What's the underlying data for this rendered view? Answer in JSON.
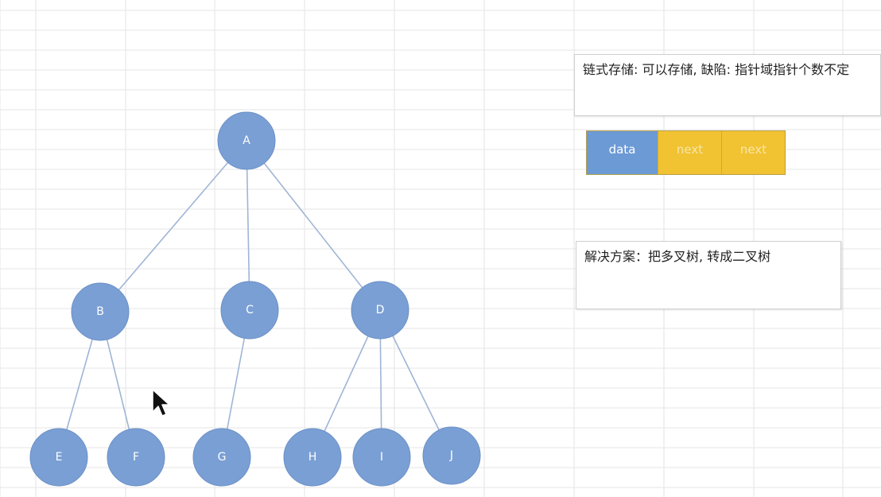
{
  "tree": {
    "nodes": [
      {
        "id": "A",
        "label": "A"
      },
      {
        "id": "B",
        "label": "B"
      },
      {
        "id": "C",
        "label": "C"
      },
      {
        "id": "D",
        "label": "D"
      },
      {
        "id": "E",
        "label": "E"
      },
      {
        "id": "F",
        "label": "F"
      },
      {
        "id": "G",
        "label": "G"
      },
      {
        "id": "H",
        "label": "H"
      },
      {
        "id": "I",
        "label": "I"
      },
      {
        "id": "J",
        "label": "J"
      }
    ],
    "edges": [
      [
        "A",
        "B"
      ],
      [
        "A",
        "C"
      ],
      [
        "A",
        "D"
      ],
      [
        "B",
        "E"
      ],
      [
        "B",
        "F"
      ],
      [
        "C",
        "G"
      ],
      [
        "D",
        "H"
      ],
      [
        "D",
        "I"
      ],
      [
        "D",
        "J"
      ]
    ]
  },
  "notes": {
    "storage": "链式存储: 可以存储, 缺陷: 指针域指针个数不定",
    "solution": "解决方案：把多叉树, 转成二叉树"
  },
  "node_struct": {
    "data_label": "data",
    "next_label_1": "next",
    "next_label_2": "next"
  },
  "colors": {
    "node_fill": "#7a9fd4",
    "data_cell": "#6c9ad5",
    "next_cell": "#f1c232"
  }
}
